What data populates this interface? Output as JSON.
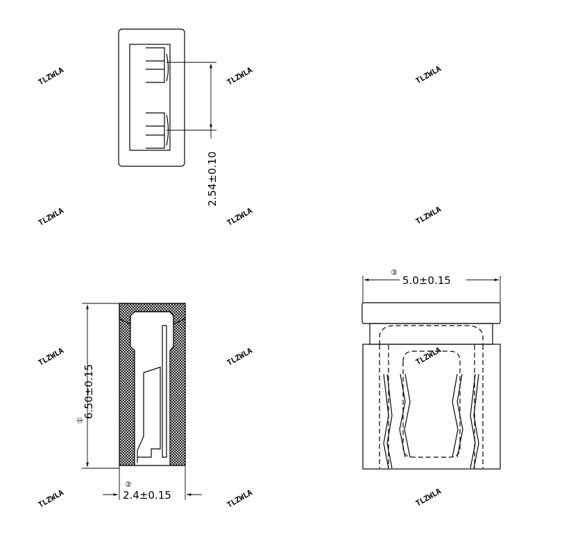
{
  "watermark": "TLZWLA",
  "dimensions": {
    "pitch": "2.54±0.10",
    "height": "6.50±0.15",
    "height_ref": "①",
    "thickness": "2.4±0.15",
    "thickness_ref": "②",
    "width": "5.0±0.15",
    "width_ref": "③"
  }
}
